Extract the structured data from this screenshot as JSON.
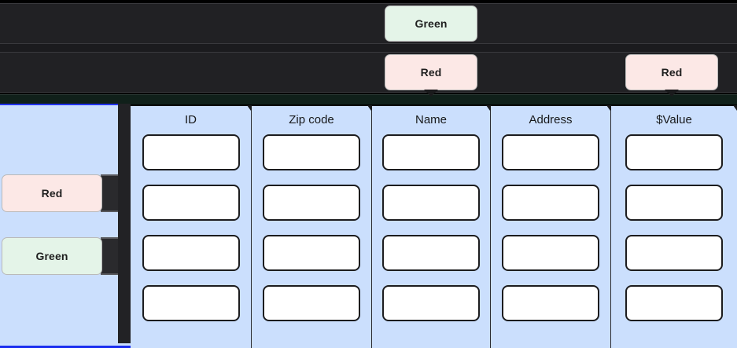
{
  "tooltips": {
    "top": [
      {
        "label": "Green",
        "color": "#e4f4e8",
        "name": "tooltip-green-top"
      },
      {
        "label": "Red",
        "color": "#fce8e6",
        "name": "tooltip-red-middle"
      },
      {
        "label": "Red",
        "color": "#fce8e6",
        "name": "tooltip-red-right"
      }
    ],
    "side": [
      {
        "label": "Red",
        "color": "#fce8e6"
      },
      {
        "label": "Green",
        "color": "#e4f4e8"
      }
    ]
  },
  "table": {
    "columns": [
      {
        "header": "ID",
        "cells": [
          "",
          "",
          "",
          ""
        ]
      },
      {
        "header": "Zip code",
        "cells": [
          "",
          "",
          "",
          ""
        ]
      },
      {
        "header": "Name",
        "cells": [
          "",
          "",
          "",
          ""
        ]
      },
      {
        "header": "Address",
        "cells": [
          "",
          "",
          "",
          ""
        ]
      },
      {
        "header": "$Value",
        "cells": [
          "",
          "",
          "",
          ""
        ]
      }
    ],
    "row_count": 4
  },
  "colors": {
    "panel_blue": "#cbdffd",
    "panel_border_blue": "#1b2ef0",
    "dark_bar": "#212124",
    "green_chip": "#e4f4e8",
    "red_chip": "#fce8e6",
    "cell_white": "#ffffff",
    "cell_border": "#1c1c1e"
  }
}
